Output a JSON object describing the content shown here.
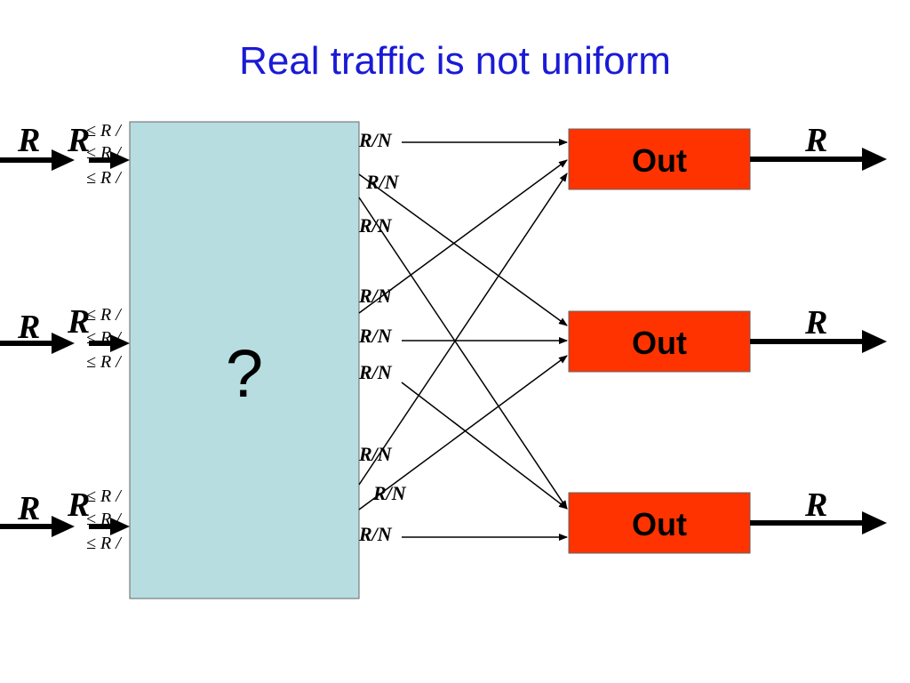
{
  "slide": {
    "title": "Real traffic is not uniform"
  },
  "switch_box": {
    "label": "?",
    "fill": "#b7dde0"
  },
  "input_labels": {
    "outer": "R",
    "inner": "R",
    "sub_rate": "≤ R /"
  },
  "output_ports": [
    {
      "label": "Out",
      "rate": "R"
    },
    {
      "label": "Out",
      "rate": "R"
    },
    {
      "label": "Out",
      "rate": "R"
    }
  ],
  "link_rate": "R/N",
  "colors": {
    "title": "#1a1ad6",
    "out_box": "#ff3300"
  }
}
